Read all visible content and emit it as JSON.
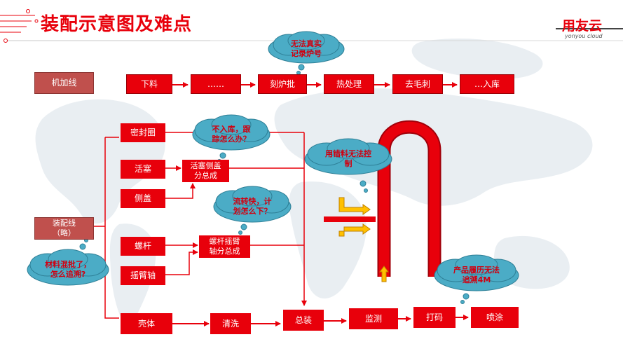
{
  "header": {
    "title": "装配示意图及难点",
    "logo": "用友云",
    "logo_sub": "yonyou cloud"
  },
  "machining_line": {
    "label": "机加线",
    "steps": [
      "下料",
      "……",
      "刻炉批",
      "热处理",
      "去毛刺",
      "…入库"
    ]
  },
  "assembly_line": {
    "label_line1": "装配线",
    "label_line2": "（略）",
    "parts": {
      "seal_ring": "密封圈",
      "piston": "活塞",
      "side_cover": "侧盖",
      "piston_sub_line1": "活塞侧盖",
      "piston_sub_line2": "分总成",
      "screw": "螺杆",
      "rocker_shaft": "摇臂轴",
      "screw_sub_line1": "螺杆摇臂",
      "screw_sub_line2": "轴分总成",
      "shell": "壳体",
      "cleaning": "清洗",
      "final_assembly": "总装",
      "testing": "监测",
      "marking": "打码",
      "painting": "喷涂"
    }
  },
  "clouds": {
    "furnace_line1": "无法真实",
    "furnace_line2": "记录炉号",
    "not_stocked_line1": "不入库，跟",
    "not_stocked_line2": "踪怎么办？",
    "fast_flow_line1": "流转快，计",
    "fast_flow_line2": "划怎么下？",
    "material_mixed_line1": "材料混批了，",
    "material_mixed_line2": "怎么追溯?",
    "wrong_material_line1": "用错料无法控",
    "wrong_material_line2": "制",
    "history_line1": "产品履历无法",
    "history_line2": "追溯4M"
  },
  "colors": {
    "brand_red": "#e8000b",
    "grey_box": "#c0504d",
    "cloud_fill": "#4bacc6",
    "arrow_yellow": "#ffc000",
    "map": "#e9eef2"
  }
}
